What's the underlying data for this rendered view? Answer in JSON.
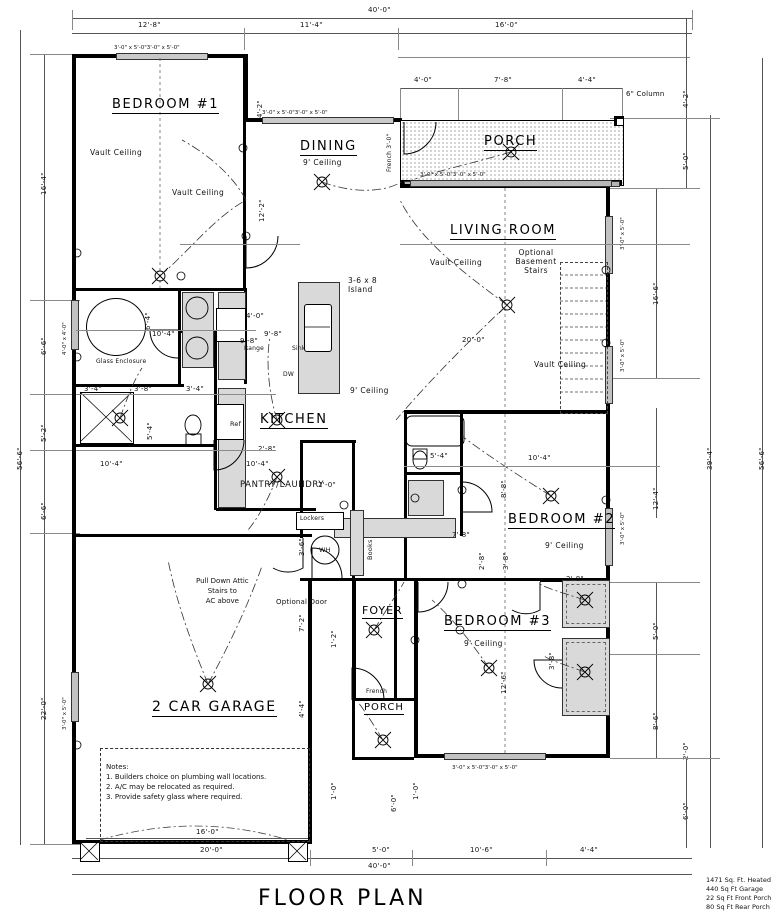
{
  "sheet": {
    "title": "FLOOR PLAN",
    "legend_lines": [
      "1471 Sq. Ft. Heated",
      "440 Sq Ft Garage",
      "22 Sq Ft Front Porch",
      "80 Sq Ft Rear Porch"
    ]
  },
  "rooms": [
    {
      "key": "bedroom1",
      "name": "BEDROOM #1",
      "ceiling": "Vault Ceiling"
    },
    {
      "key": "dining",
      "name": "DINING",
      "ceiling": "9' Ceiling"
    },
    {
      "key": "porch_rear",
      "name": "PORCH",
      "ceiling": ""
    },
    {
      "key": "living",
      "name": "LIVING ROOM",
      "ceiling": "Vault Ceiling"
    },
    {
      "key": "kitchen",
      "name": "KITCHEN",
      "ceiling": "9' Ceiling"
    },
    {
      "key": "bedroom2",
      "name": "BEDROOM #2",
      "ceiling": "9' Ceiling"
    },
    {
      "key": "bedroom3",
      "name": "BEDROOM #3",
      "ceiling": "9' Ceiling"
    },
    {
      "key": "foyer",
      "name": "FOYER",
      "ceiling": ""
    },
    {
      "key": "porch_front",
      "name": "PORCH",
      "ceiling": ""
    },
    {
      "key": "garage",
      "name": "2 CAR GARAGE",
      "ceiling": ""
    },
    {
      "key": "pantry",
      "name": "PANTRY/LAUNDRY",
      "ceiling": ""
    }
  ],
  "annotations": {
    "vault_bed1_a": "Vault Ceiling",
    "vault_bed1_b": "Vault Ceiling",
    "vault_living_a": "Vault Ceiling",
    "vault_living_b": "Vault Ceiling",
    "column": "6\" Column",
    "optional_basement_stairs": "Optional Basement Stairs",
    "island": "3-6 x 8 Island",
    "glass_enclosure": "Glass Enclosure",
    "pull_down_attic": "Pull Down Attic Stairs to AC above",
    "optional_door": "Optional Door",
    "lockers": "Lockers",
    "wh": "WH",
    "books": "Books",
    "ref": "Ref",
    "dw": "DW",
    "range": "Range",
    "sink": "Sink",
    "french_dining": "French 3'-0\"",
    "french_porch": "French",
    "ceiling_9_kitchen": "9' Ceiling"
  },
  "notes": {
    "heading": "Notes:",
    "items": [
      "1.  Builders choice on plumbing wall locations.",
      "2.  A/C may be relocated as required.",
      "3.  Provide safety glass where required."
    ]
  },
  "dimensions": {
    "top_outer": "40'-0\"",
    "top_row": [
      "12'-8\"",
      "11'-4\"",
      "16'-0\""
    ],
    "top_porch_row": [
      "4'-0\"",
      "7'-8\"",
      "4'-4\""
    ],
    "left_outer": "56'-6\"",
    "left_col": [
      "16'-4\"",
      "6'-6\"",
      "5'-2\"",
      "6'-6\"",
      "22'-0\""
    ],
    "right_outer": "56'-6\"",
    "right_inner": "39'-4\"",
    "right_col": [
      "4'-2\"",
      "5'-0\"",
      "16'-6\"",
      "12'-4\"",
      "5'-0\"",
      "8'-6\"",
      "2'-0\"",
      "6'-0\""
    ],
    "bottom_outer": "40'-0\"",
    "bottom_row": [
      "20'-0\"",
      "5'-0\"",
      "10'-6\"",
      "4'-4\""
    ],
    "garage_door": "16'-0\"",
    "interior": [
      "4'-2\"",
      "12'-2\"",
      "20'-0\"",
      "9'-8\"",
      "10'-4\"",
      "4'-0\"",
      "3'-4\"",
      "3'-8\"",
      "3'-4\"",
      "5'-4\"",
      "6'-4\"",
      "10'-4\"",
      "2'-0\"",
      "2'-8\"",
      "10'-4\"",
      "3'-6\"",
      "7'-2\"",
      "4'-4\"",
      "1'-2\"",
      "1'-0\"",
      "5'-4\"",
      "10'-4\"",
      "8'-8\"",
      "7'-8\"",
      "2'-8\"",
      "3'-8\"",
      "12'-6\"",
      "2'-8\"",
      "6'-0\"",
      "3'-8\"",
      "9'-8\"",
      "1'-0\""
    ]
  },
  "windows": {
    "std": "3'-0\" x 5'-0\"",
    "bath": "4'-0\" x 4'-0\"",
    "garage": "3'-0\" x 5'-0\"",
    "bed1_pair": "3'-0\" x 5'-0\"3'-0\" x 5'-0\""
  }
}
